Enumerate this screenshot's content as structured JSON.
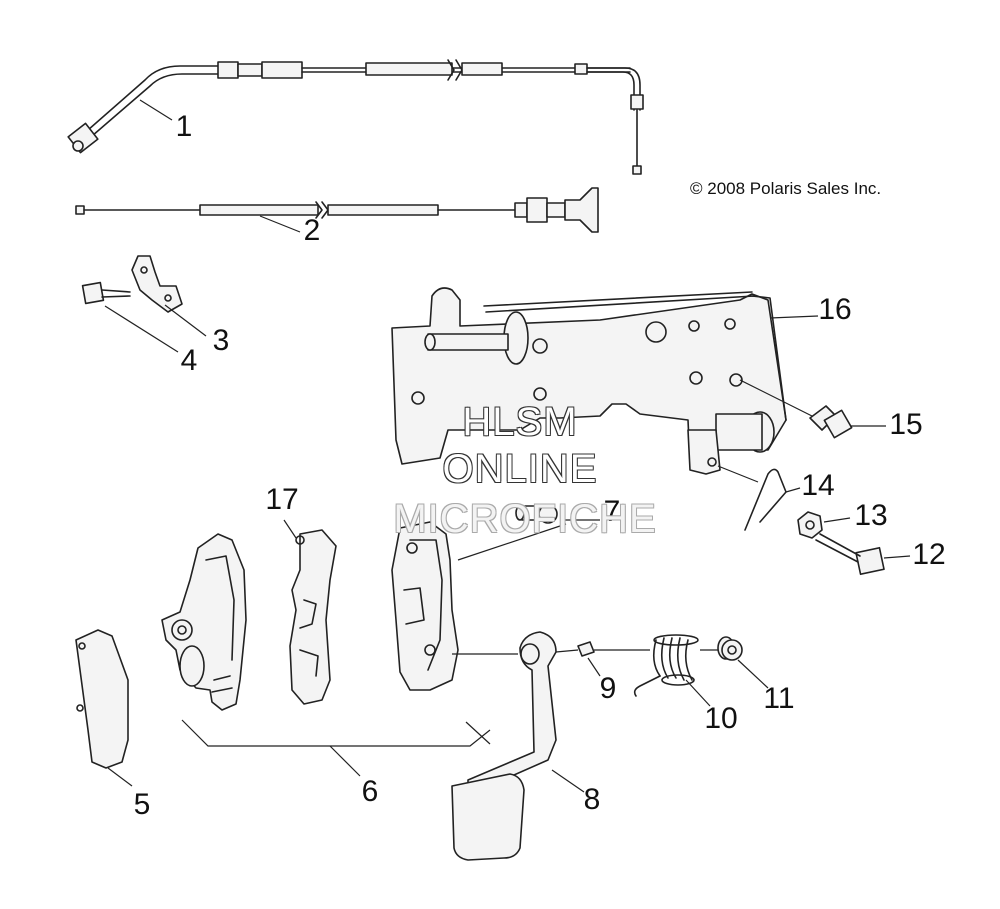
{
  "copyright": "© 2008 Polaris Sales Inc.",
  "watermark": {
    "line1": "HLSM",
    "line2": "ONLINE",
    "line3": "MICROFICHE"
  },
  "callouts": [
    "1",
    "2",
    "3",
    "4",
    "5",
    "6",
    "7",
    "8",
    "9",
    "10",
    "11",
    "12",
    "13",
    "14",
    "15",
    "16",
    "17"
  ],
  "colors": {
    "line": "#222222",
    "background": "#ffffff"
  }
}
